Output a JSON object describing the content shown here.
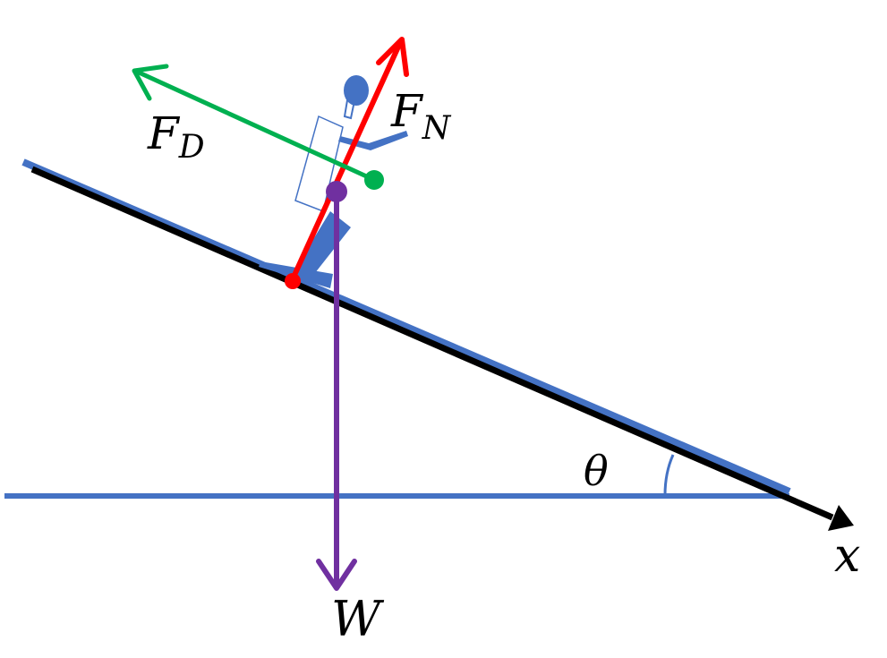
{
  "labels": {
    "drag_main": "F",
    "drag_sub": "D",
    "normal_main": "F",
    "normal_sub": "N",
    "weight": "W",
    "angle": "θ",
    "axis": "x"
  },
  "colors": {
    "horizontal": "#4472c4",
    "incline": "#000000",
    "incline_edge": "#4472c4",
    "drag": "#00b050",
    "normal": "#ff0000",
    "weight": "#7030a0",
    "skier": "#4472c4"
  }
}
